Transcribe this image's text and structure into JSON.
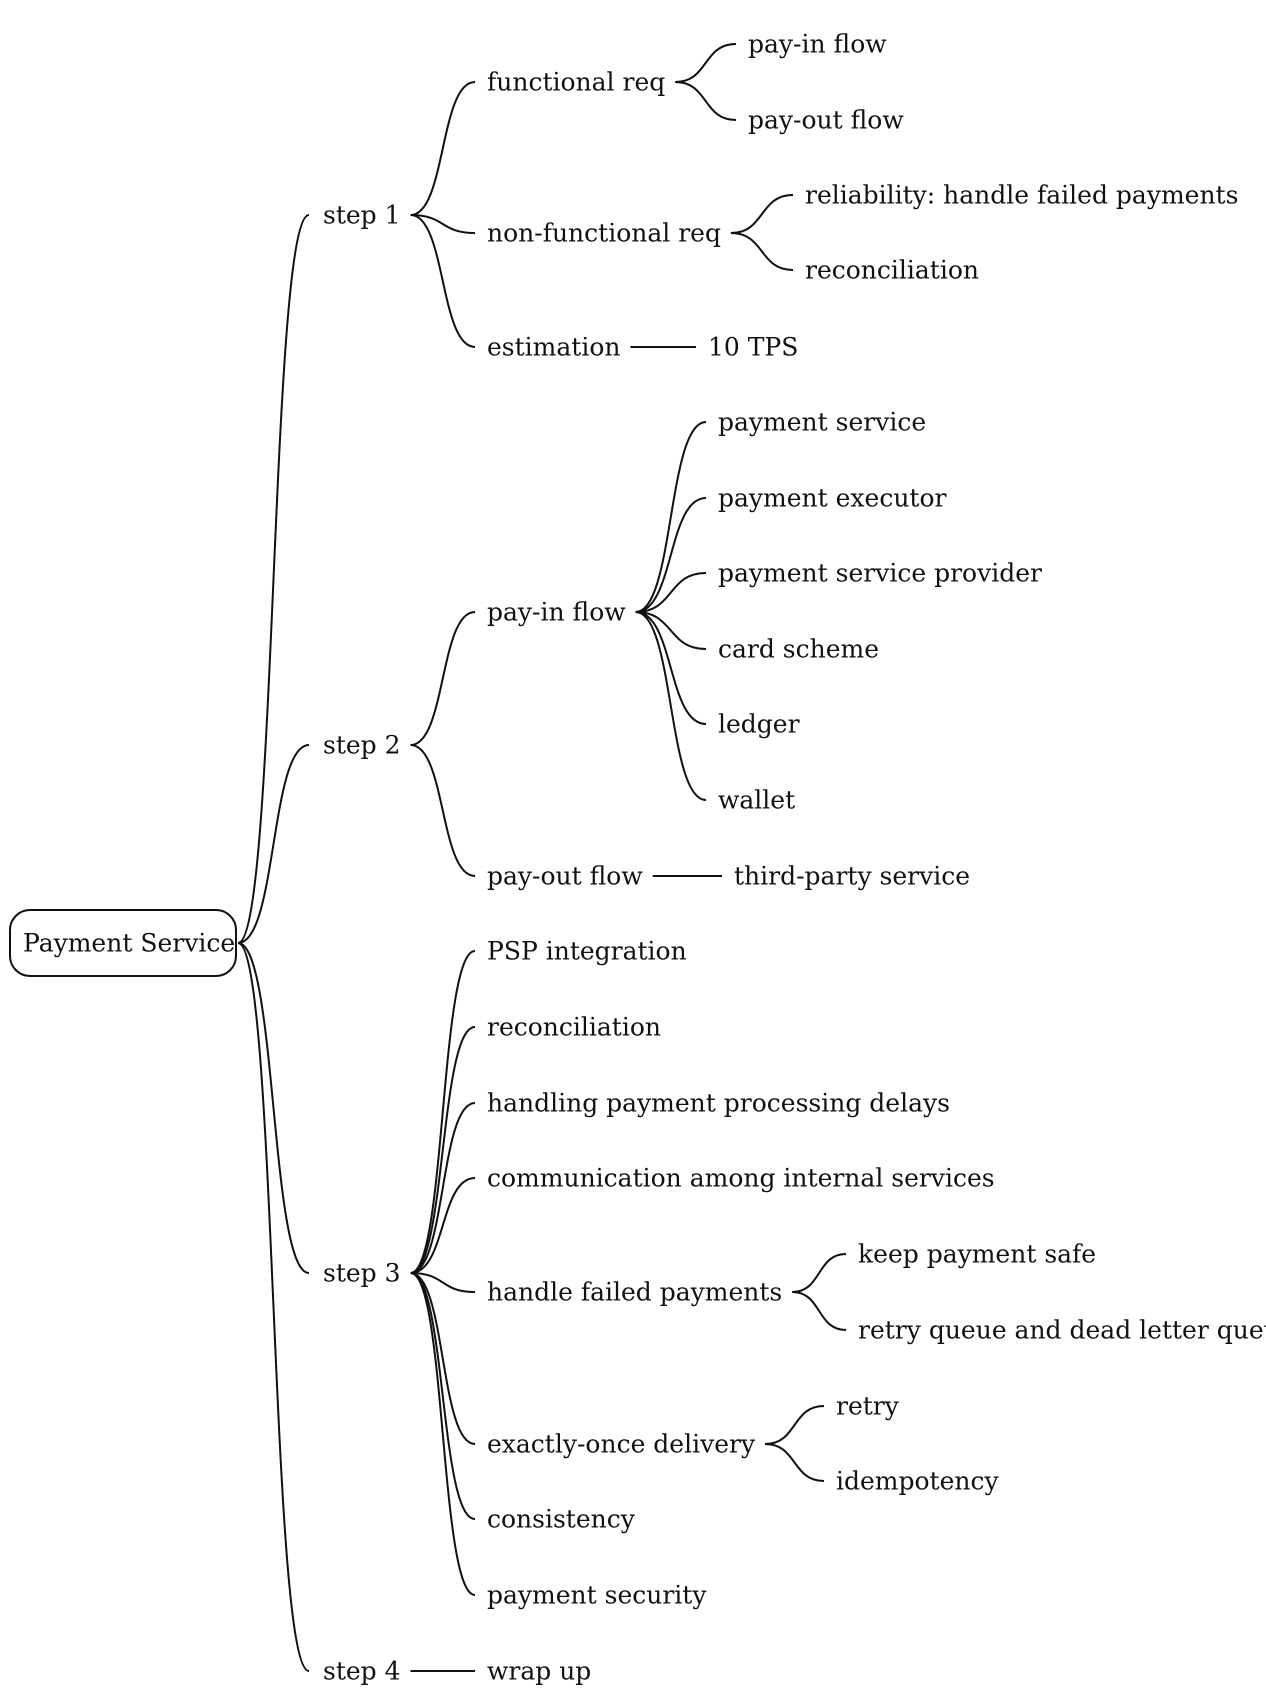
{
  "diagram": {
    "type": "mindmap",
    "line_color": "#111111",
    "background": "#ffffff",
    "root": {
      "label": "Payment Service",
      "children": [
        {
          "label": "step 1",
          "children": [
            {
              "label": "functional req",
              "children": [
                {
                  "label": "pay-in flow"
                },
                {
                  "label": "pay-out flow"
                }
              ]
            },
            {
              "label": "non-functional req",
              "children": [
                {
                  "label": "reliability: handle failed payments"
                },
                {
                  "label": "reconciliation"
                }
              ]
            },
            {
              "label": "estimation",
              "children": [
                {
                  "label": "10 TPS"
                }
              ]
            }
          ]
        },
        {
          "label": "step 2",
          "children": [
            {
              "label": "pay-in flow",
              "children": [
                {
                  "label": "payment service"
                },
                {
                  "label": "payment executor"
                },
                {
                  "label": "payment service provider"
                },
                {
                  "label": "card scheme"
                },
                {
                  "label": "ledger"
                },
                {
                  "label": "wallet"
                }
              ]
            },
            {
              "label": "pay-out flow",
              "children": [
                {
                  "label": "third-party service"
                }
              ]
            }
          ]
        },
        {
          "label": "step 3",
          "children": [
            {
              "label": "PSP integration"
            },
            {
              "label": "reconciliation"
            },
            {
              "label": "handling payment processing delays"
            },
            {
              "label": "communication among internal services"
            },
            {
              "label": "handle failed payments",
              "children": [
                {
                  "label": "keep payment safe"
                },
                {
                  "label": "retry queue and dead letter queue"
                }
              ]
            },
            {
              "label": "exactly-once delivery",
              "children": [
                {
                  "label": "retry"
                },
                {
                  "label": "idempotency"
                }
              ]
            },
            {
              "label": "consistency"
            },
            {
              "label": "payment security"
            }
          ]
        },
        {
          "label": "step 4",
          "children": [
            {
              "label": "wrap up"
            }
          ]
        }
      ]
    }
  }
}
